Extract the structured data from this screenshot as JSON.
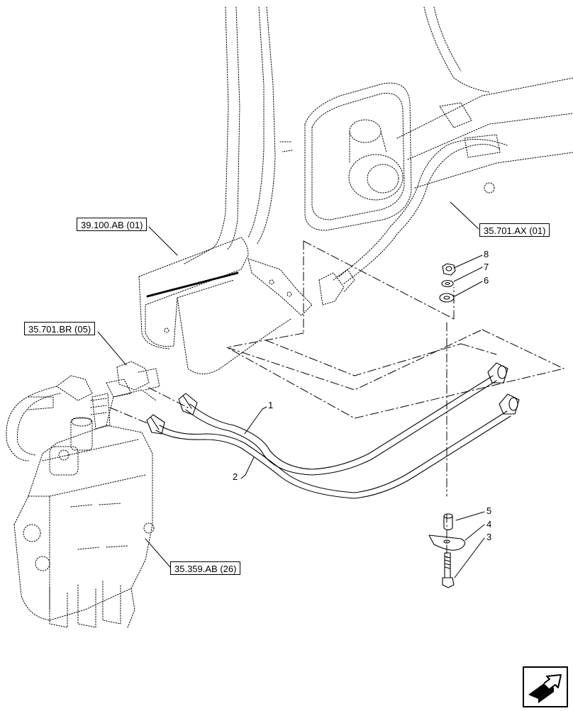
{
  "references": {
    "r1": "39.100.AB (01)",
    "r2": "35.701.AX (01)",
    "r3": "35.701.BR (05)",
    "r4": "35.359.AB (26)"
  },
  "callouts": {
    "c1": "1",
    "c2": "2",
    "c3": "3",
    "c4": "4",
    "c5": "5",
    "c6": "6",
    "c7": "7",
    "c8": "8"
  },
  "nav_icon": "next-page-arrow-icon"
}
